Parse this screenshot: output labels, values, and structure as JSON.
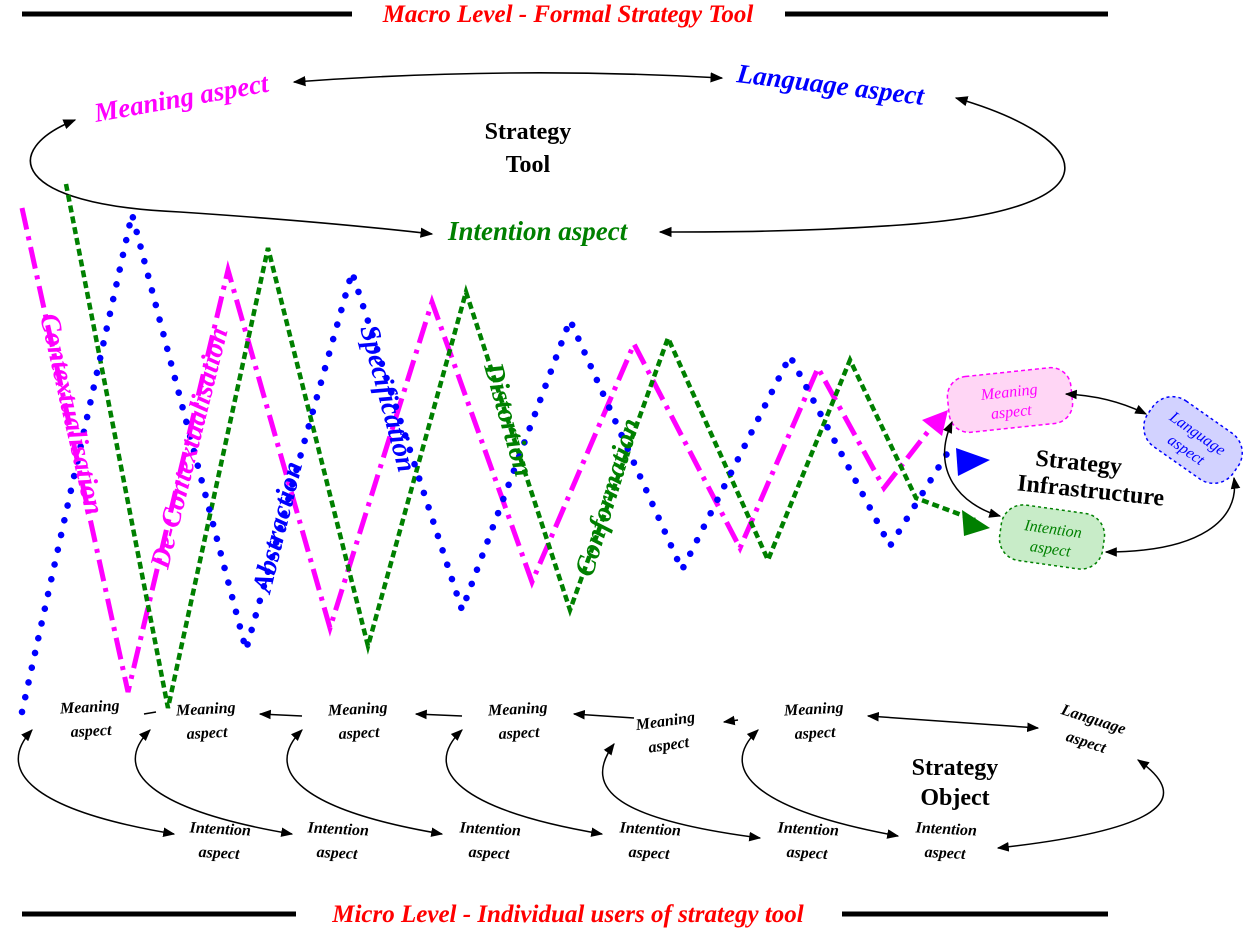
{
  "header": {
    "title": "Macro Level - Formal Strategy Tool"
  },
  "footer": {
    "title": "Micro Level - Individual users of strategy tool"
  },
  "macro": {
    "center_line1": "Strategy",
    "center_line2": "Tool",
    "meaning": "Meaning aspect",
    "language": "Language aspect",
    "intention": "Intention aspect"
  },
  "infrastructure": {
    "center_line1": "Strategy",
    "center_line2": "Infrastructure",
    "meaning_line1": "Meaning",
    "meaning_line2": "aspect",
    "language_line1": "Language",
    "language_line2": "aspect",
    "intention_line1": "Intention",
    "intention_line2": "aspect"
  },
  "processes": {
    "contextualisation": "Contextualisation",
    "decontextualisation": "De-Contextualisation",
    "abstraction": "Abstraction",
    "specification": "Specification",
    "distortion": "Distortion",
    "conformation": "Conformation"
  },
  "micro": {
    "center_line1": "Strategy",
    "center_line2": "Object",
    "meaning_line1": "Meaning",
    "meaning_line2": "aspect",
    "intention_line1": "Intention",
    "intention_line2": "aspect",
    "language_line1": "Language",
    "language_line2": "aspect"
  },
  "colors": {
    "title": "#ff0000",
    "meaning": "#ff00ff",
    "language": "#0000ff",
    "intention": "#008000",
    "rule": "#000000"
  }
}
